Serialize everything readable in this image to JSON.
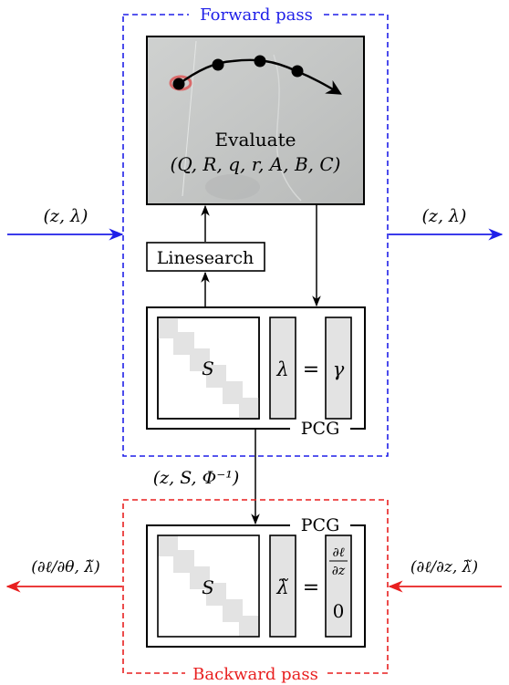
{
  "forward_pass": {
    "label": "Forward pass",
    "color": "#1f1fe8",
    "input_label": "(z, λ)",
    "output_label": "(z, λ)",
    "evaluate": {
      "title": "Evaluate",
      "args": "(Q, R, q, r, A, B, C)"
    },
    "linesearch_label": "Linesearch",
    "pcg": {
      "label": "PCG",
      "matrix_label": "S",
      "vector_label": "λ",
      "equals": "=",
      "rhs_label": "γ"
    }
  },
  "connector_label": "(z, S, Φ⁻¹)",
  "backward_pass": {
    "label": "Backward pass",
    "color": "#e81f1f",
    "input_label_left": "(∂ℓ/∂z, λ̃)",
    "output_label_left": "(∂ℓ/∂θ, λ̃)",
    "pcg": {
      "label": "PCG",
      "matrix_label": "S",
      "vector_label": "λ̃",
      "equals": "=",
      "rhs_top": "∂ℓ",
      "rhs_bottom": "∂z",
      "rhs_zero": "0"
    }
  }
}
